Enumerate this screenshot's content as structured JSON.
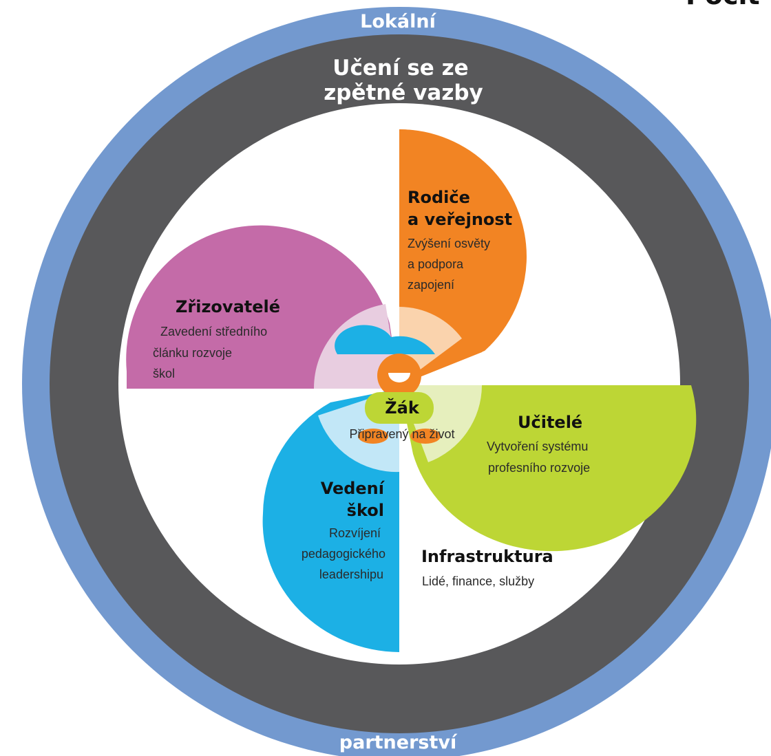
{
  "corner_fragment": "Pocit",
  "outer_ring": {
    "top_label": "Lokální",
    "bottom_label": "partnerství"
  },
  "inner_ring": {
    "label_line1": "Učení se ze",
    "label_line2": "zpětné vazby"
  },
  "center": {
    "title": "Žák",
    "subtitle": "Připravený na život"
  },
  "sectors": {
    "rodice": {
      "title_line1": "Rodiče",
      "title_line2": "a veřejnost",
      "body": [
        "Zvýšení osvěty",
        "a podpora",
        "zapojení"
      ]
    },
    "zrizovatele": {
      "title": "Zřizovatelé",
      "body": [
        "Zavedení středního",
        "článku rozvoje",
        "škol"
      ]
    },
    "ucitele": {
      "title": "Učitelé",
      "body": [
        "Vytvoření systému",
        "profesního rozvoje"
      ]
    },
    "vedeni": {
      "title_line1": "Vedení",
      "title_line2": "škol",
      "body": [
        "Rozvíjení",
        "pedagogického",
        "leadershipu"
      ]
    },
    "infrastruktura": {
      "title": "Infrastruktura",
      "body": "Lidé, finance, služby"
    }
  },
  "colors": {
    "outer_ring": "#7399cf",
    "inner_ring": "#58585a",
    "rodice": "#f28423",
    "rodice_light": "#fad3ad",
    "zrizovatele": "#c46ba8",
    "zrizovatele_light": "#e8cde0",
    "ucitele": "#bdd635",
    "ucitele_light": "#e6efbd",
    "vedeni": "#1cb0e5",
    "vedeni_light": "#c2e7f7",
    "face": "#f28423",
    "cap": "#1cb0e5"
  }
}
